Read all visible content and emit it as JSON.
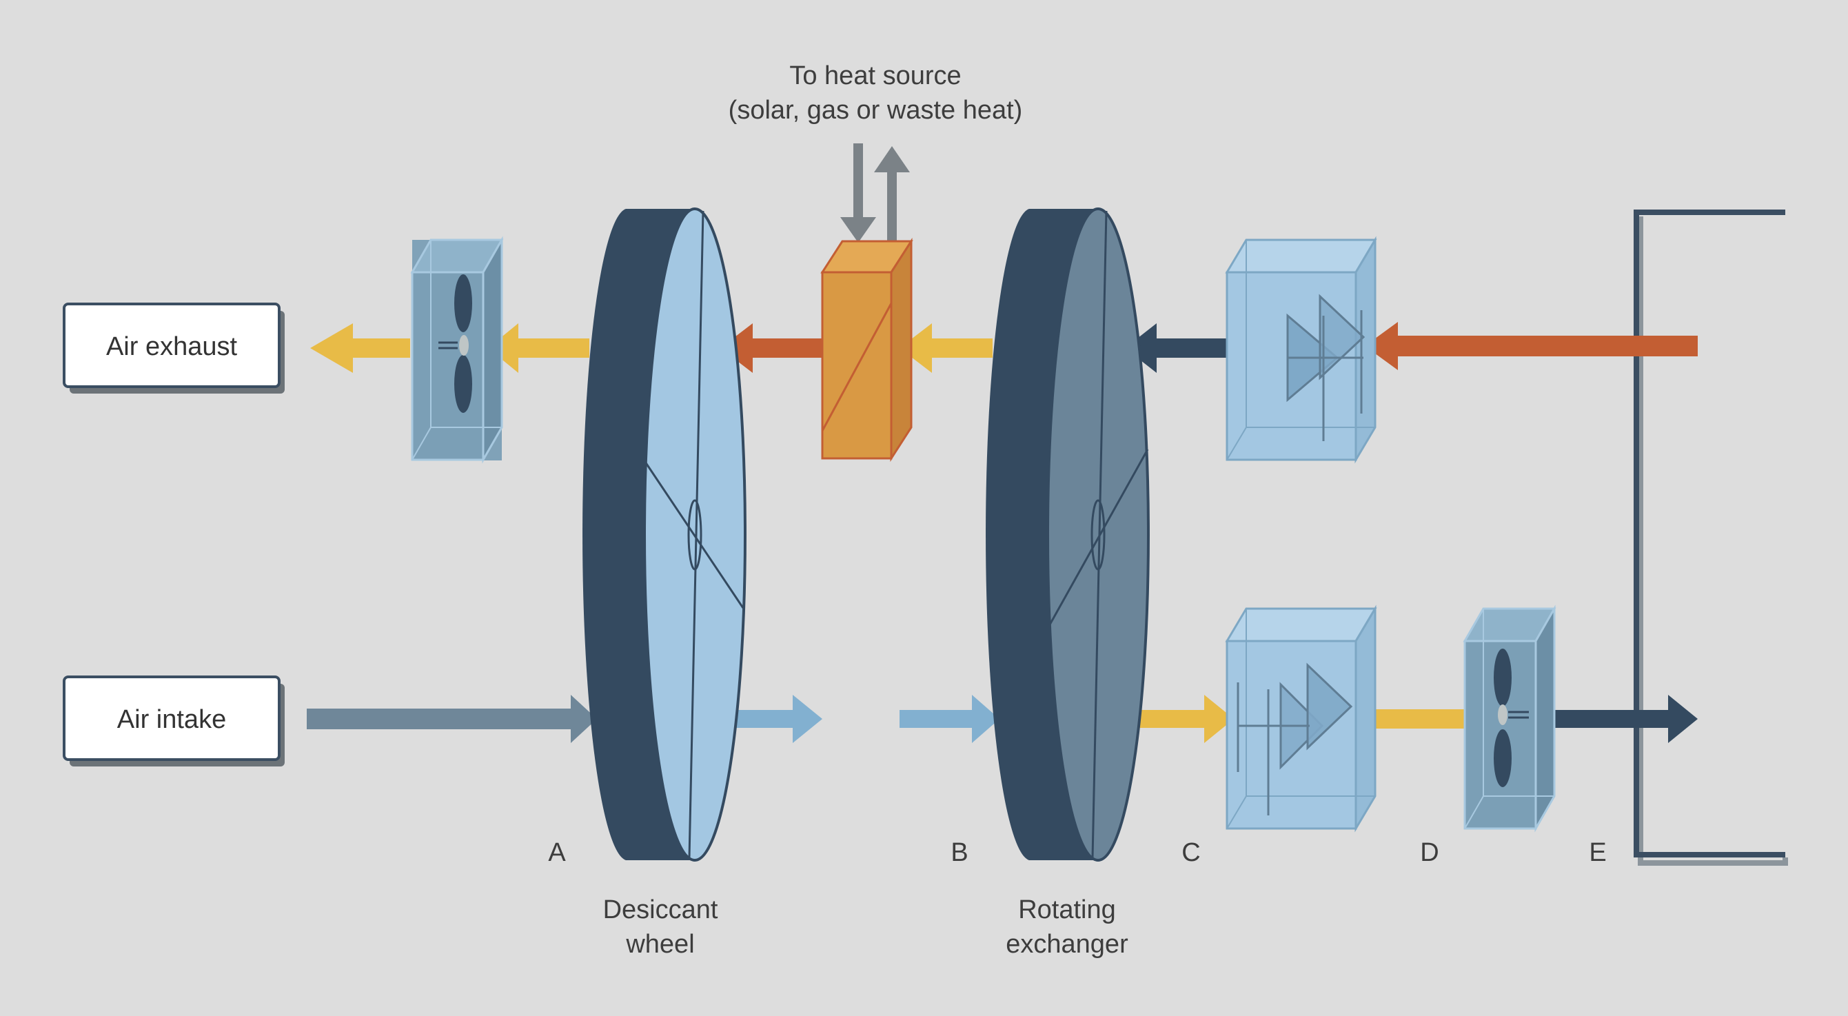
{
  "heat_source": {
    "line1": "To heat source",
    "line2": "(solar, gas or waste heat)"
  },
  "boxes": {
    "air_exhaust": "Air exhaust",
    "air_intake": "Air intake"
  },
  "components": {
    "desiccant_wheel": [
      "Desiccant",
      "wheel"
    ],
    "rotating_exchanger": [
      "Rotating",
      "exchanger"
    ]
  },
  "stations": [
    "A",
    "B",
    "C",
    "D",
    "E"
  ],
  "icons": [
    "fan-icon",
    "heater-icon",
    "evaporative-cooler-icon"
  ],
  "colors": {
    "background": "#dddddd",
    "dark_navy": "#344a60",
    "wheel_face_light": "#a3c7e2",
    "wheel_face_grey": "#6b8599",
    "heater_orange": "#d99944",
    "hot_arrow": "#c35e33",
    "warm_arrow": "#e8bb47",
    "intake_arrow": "#6f8799",
    "cool_arrow": "#82b0d0",
    "cooler_box": "#a3c7e2",
    "heat_source_arrow": "#7b8287"
  }
}
